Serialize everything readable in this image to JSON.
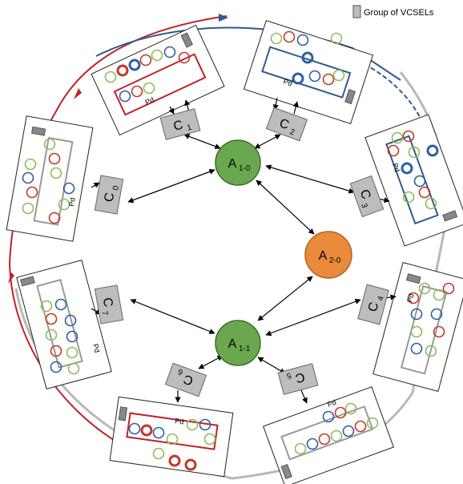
{
  "legend": {
    "label": "Group of VCSELs"
  },
  "nodes": {
    "A10": {
      "main": "A",
      "sub": "1-0",
      "color": "#6aa84f"
    },
    "A11": {
      "main": "A",
      "sub": "1-1",
      "color": "#6aa84f"
    },
    "A20": {
      "main": "A",
      "sub": "2-0",
      "color": "#e98a3c"
    }
  },
  "clusters": [
    {
      "id": "C0",
      "main": "C",
      "sub": "0"
    },
    {
      "id": "C1",
      "main": "C",
      "sub": "1"
    },
    {
      "id": "C2",
      "main": "C",
      "sub": "2"
    },
    {
      "id": "C3",
      "main": "C",
      "sub": "3"
    },
    {
      "id": "C4",
      "main": "C",
      "sub": "4"
    },
    {
      "id": "C5",
      "main": "C",
      "sub": "5"
    },
    {
      "id": "C6",
      "main": "C",
      "sub": "6"
    },
    {
      "id": "C7",
      "main": "C",
      "sub": "7"
    }
  ],
  "pd_label": "Pd",
  "colors": {
    "ring_red": "#c0392b",
    "ring_blue": "#2e5fa3",
    "ring_green": "#8fbc5a",
    "route_red": "#c0222a",
    "route_blue": "#2e5a8f",
    "route_gray": "#b8b8b8",
    "cluster_fill": "#bdbdbd",
    "board_stroke": "#333333"
  }
}
